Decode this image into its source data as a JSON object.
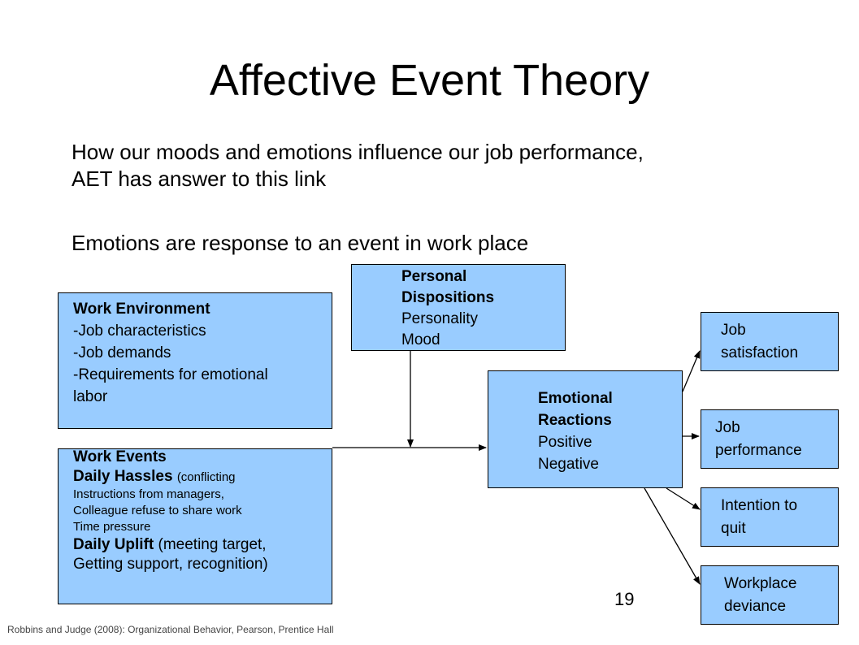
{
  "slide": {
    "title": "Affective Event Theory",
    "bullets": [
      "How our moods and emotions influence our job performance,",
      "AET has answer to this link",
      "Emotions are response to an event in work place"
    ],
    "page_number": "19",
    "citation": "Robbins and Judge (2008): Organizational Behavior, Pearson, Prentice Hall"
  },
  "diagram": {
    "work_environment": {
      "heading": "Work Environment",
      "items": [
        "-Job characteristics",
        "-Job demands",
        "-Requirements for emotional",
        "labor"
      ]
    },
    "personal_dispositions": {
      "heading_line1": "Personal",
      "heading_line2": "Dispositions",
      "items": [
        "Personality",
        "Mood"
      ]
    },
    "work_events": {
      "heading": "Work Events",
      "hassles_label": "Daily Hassles",
      "hassles_detail": "(conflicting",
      "hassles_lines": [
        "Instructions from managers,",
        "Colleague refuse to share work",
        "Time pressure"
      ],
      "uplift_label": "Daily Uplift",
      "uplift_detail": "(meeting target,",
      "uplift_line2": "Getting support, recognition)"
    },
    "emotional_reactions": {
      "heading_line1": "Emotional",
      "heading_line2": "Reactions",
      "items": [
        "Positive",
        "Negative"
      ]
    },
    "outcomes": {
      "job_satisfaction": [
        "Job",
        "satisfaction"
      ],
      "job_performance": [
        "Job",
        "performance"
      ],
      "intention_to_quit": [
        "Intention to",
        "quit"
      ],
      "workplace_deviance": [
        "Workplace",
        "deviance"
      ]
    }
  }
}
